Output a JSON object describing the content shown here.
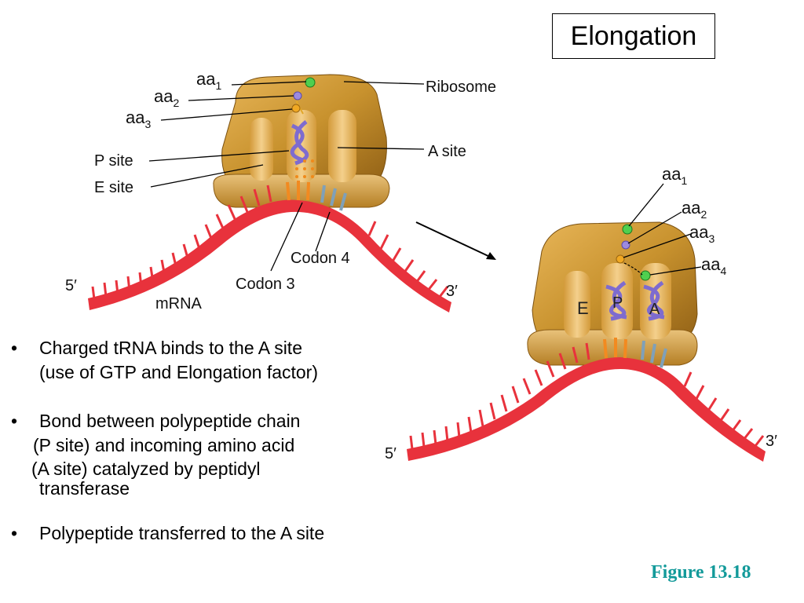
{
  "title": "Elongation",
  "figure_label": "Figure 13.18",
  "colors": {
    "figure_label": "#139a9a",
    "ribosome": "#c8922e",
    "mrna": "#e8323c",
    "trna": "#8a7bd6"
  },
  "diagram1": {
    "labels": {
      "aa1": "aa",
      "aa1_sub": "1",
      "aa2": "aa",
      "aa2_sub": "2",
      "aa3": "aa",
      "aa3_sub": "3",
      "ribosome": "Ribosome",
      "p_site": "P site",
      "e_site": "E site",
      "a_site": "A site",
      "codon4": "Codon 4",
      "codon3": "Codon 3",
      "five_prime": "5′",
      "three_prime": "3′",
      "mrna": "mRNA"
    }
  },
  "diagram2": {
    "labels": {
      "aa1": "aa",
      "aa1_sub": "1",
      "aa2": "aa",
      "aa2_sub": "2",
      "aa3": "aa",
      "aa3_sub": "3",
      "aa4": "aa",
      "aa4_sub": "4",
      "e": "E",
      "p": "P",
      "a": "A",
      "five_prime": "5′",
      "three_prime": "3′"
    }
  },
  "bullets": [
    {
      "lines": [
        "Charged tRNA binds to the A site",
        "(use of GTP and Elongation factor)"
      ]
    },
    {
      "lines": [
        "Bond between polypeptide chain",
        "(P site) and incoming amino acid",
        "(A site) catalyzed by peptidyl",
        "transferase"
      ]
    },
    {
      "lines": [
        "Polypeptide transferred to the A site"
      ]
    }
  ],
  "bullet_symbol": "•"
}
